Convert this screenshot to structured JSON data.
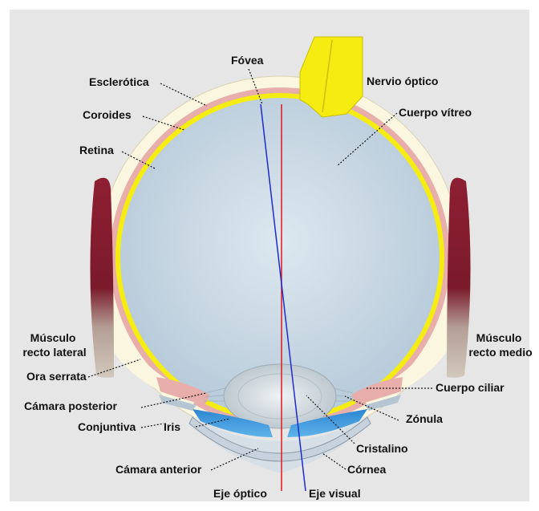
{
  "labels": {
    "fovea": "Fóvea",
    "nervio_optico": "Nervio óptico",
    "esclerotica": "Esclerótica",
    "coroides": "Coroides",
    "cuerpo_vitreo": "Cuerpo vítreo",
    "retina": "Retina",
    "musculo_lateral": [
      "Músculo",
      "recto lateral"
    ],
    "musculo_medio": [
      "Músculo",
      "recto medio"
    ],
    "ora_serrata": "Ora serrata",
    "cuerpo_ciliar": "Cuerpo ciliar",
    "camara_posterior": "Cámara posterior",
    "zonula": "Zónula",
    "conjuntiva": "Conjuntiva",
    "iris": "Iris",
    "cristalino": "Cristalino",
    "camara_anterior": "Cámara anterior",
    "cornea": "Córnea",
    "eje_optico": "Eje óptico",
    "eje_visual": "Eje visual"
  },
  "colors": {
    "background": "#ffffff",
    "panel": "#e6e6e6",
    "sclera": "#fbf6df",
    "choroid": "#e7aeac",
    "retina": "#f5ec12",
    "vitreous": "#c3d4e1",
    "muscle": "#8e1f32",
    "muscle_tendon": "#c0b3a4",
    "iris": "#3a8fd0",
    "lens": "#cfd8df",
    "optic_axis": "#e1161c",
    "visual_axis": "#1e2ccf"
  }
}
